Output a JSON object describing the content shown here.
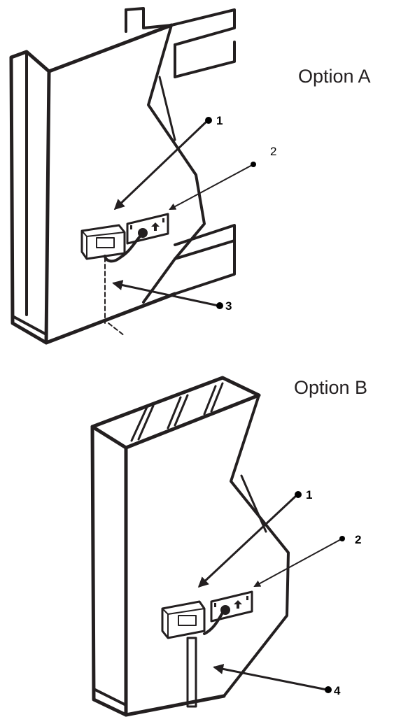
{
  "options": [
    {
      "label": "Option A",
      "callouts": [
        "1",
        "2",
        "3"
      ]
    },
    {
      "label": "Option B",
      "callouts": [
        "1",
        "2",
        "4"
      ]
    }
  ],
  "colors": {
    "line": "#231f20",
    "background": "#ffffff"
  }
}
